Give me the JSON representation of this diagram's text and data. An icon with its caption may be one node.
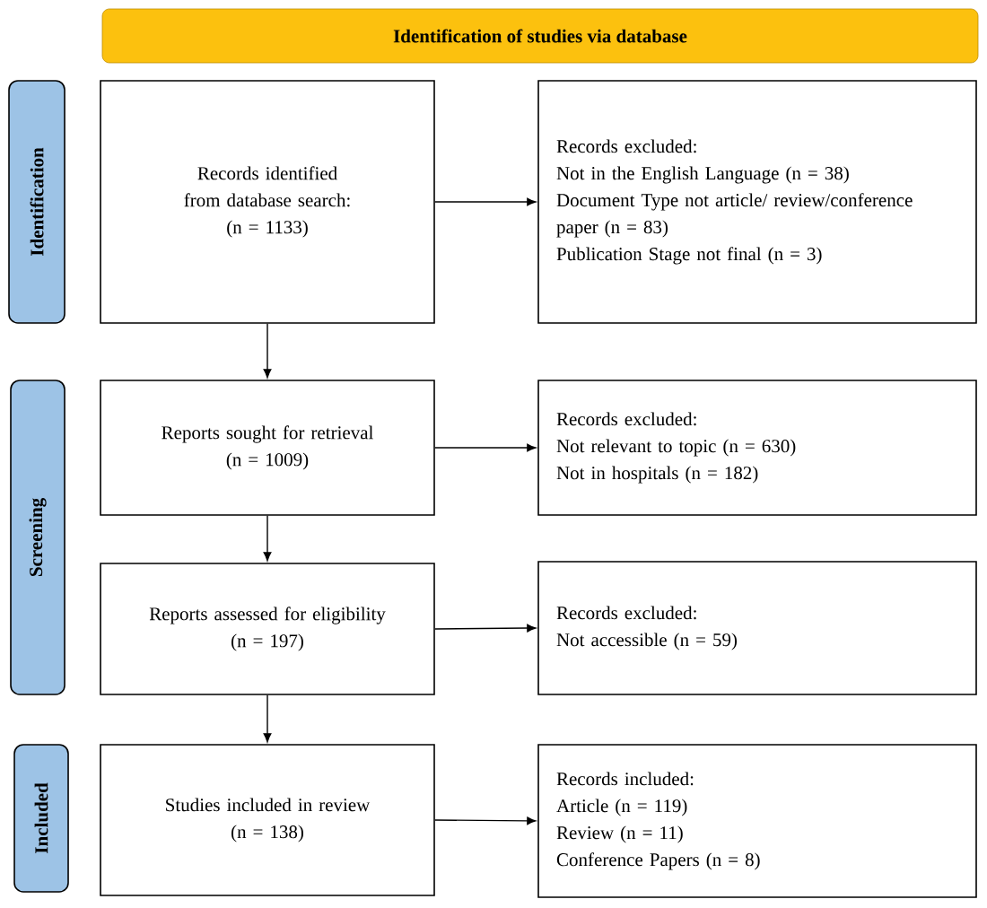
{
  "diagram": {
    "nodes": [
      {
        "text": [
          "Identification of studies via database"
        ]
      },
      {
        "text": [
          "Identification"
        ]
      },
      {
        "text": [
          "Screening"
        ]
      },
      {
        "text": [
          "Included"
        ]
      },
      {
        "text": [
          "Records identified from database search:",
          "(n = 1133)"
        ]
      },
      {
        "text": [
          "Records excluded:",
          "Not in the English Language (n = 38)",
          "Document Type not article/ review/conference paper (n = 83)",
          "Publication Stage not final (n = 3)"
        ]
      },
      {
        "text": [
          "Reports sought for retrieval",
          "(n = 1009)"
        ]
      },
      {
        "text": [
          "Records excluded:",
          "Not relevant to topic (n = 630)",
          "Not in hospitals (n = 182)"
        ]
      },
      {
        "text": [
          "Reports assessed for eligibility",
          "(n = 197)"
        ]
      },
      {
        "text": [
          "Records excluded:",
          "Not accessible (n = 59)"
        ]
      },
      {
        "text": [
          "Studies included in review",
          "(n = 138)"
        ]
      },
      {
        "text": [
          "Records included:",
          "Article (n = 119)",
          "Review (n = 11)",
          "Conference Papers (n = 8)"
        ]
      }
    ],
    "edges": [
      {
        "from": 4,
        "to": 5,
        "arrow": "to"
      },
      {
        "from": 4,
        "to": 6,
        "arrow": "to"
      },
      {
        "from": 6,
        "to": 7,
        "arrow": "to"
      },
      {
        "from": 6,
        "to": 8,
        "arrow": "to"
      },
      {
        "from": 8,
        "to": 9,
        "arrow": "to"
      },
      {
        "from": 8,
        "to": 10,
        "arrow": "to"
      },
      {
        "from": 10,
        "to": 11,
        "arrow": "to"
      }
    ]
  }
}
